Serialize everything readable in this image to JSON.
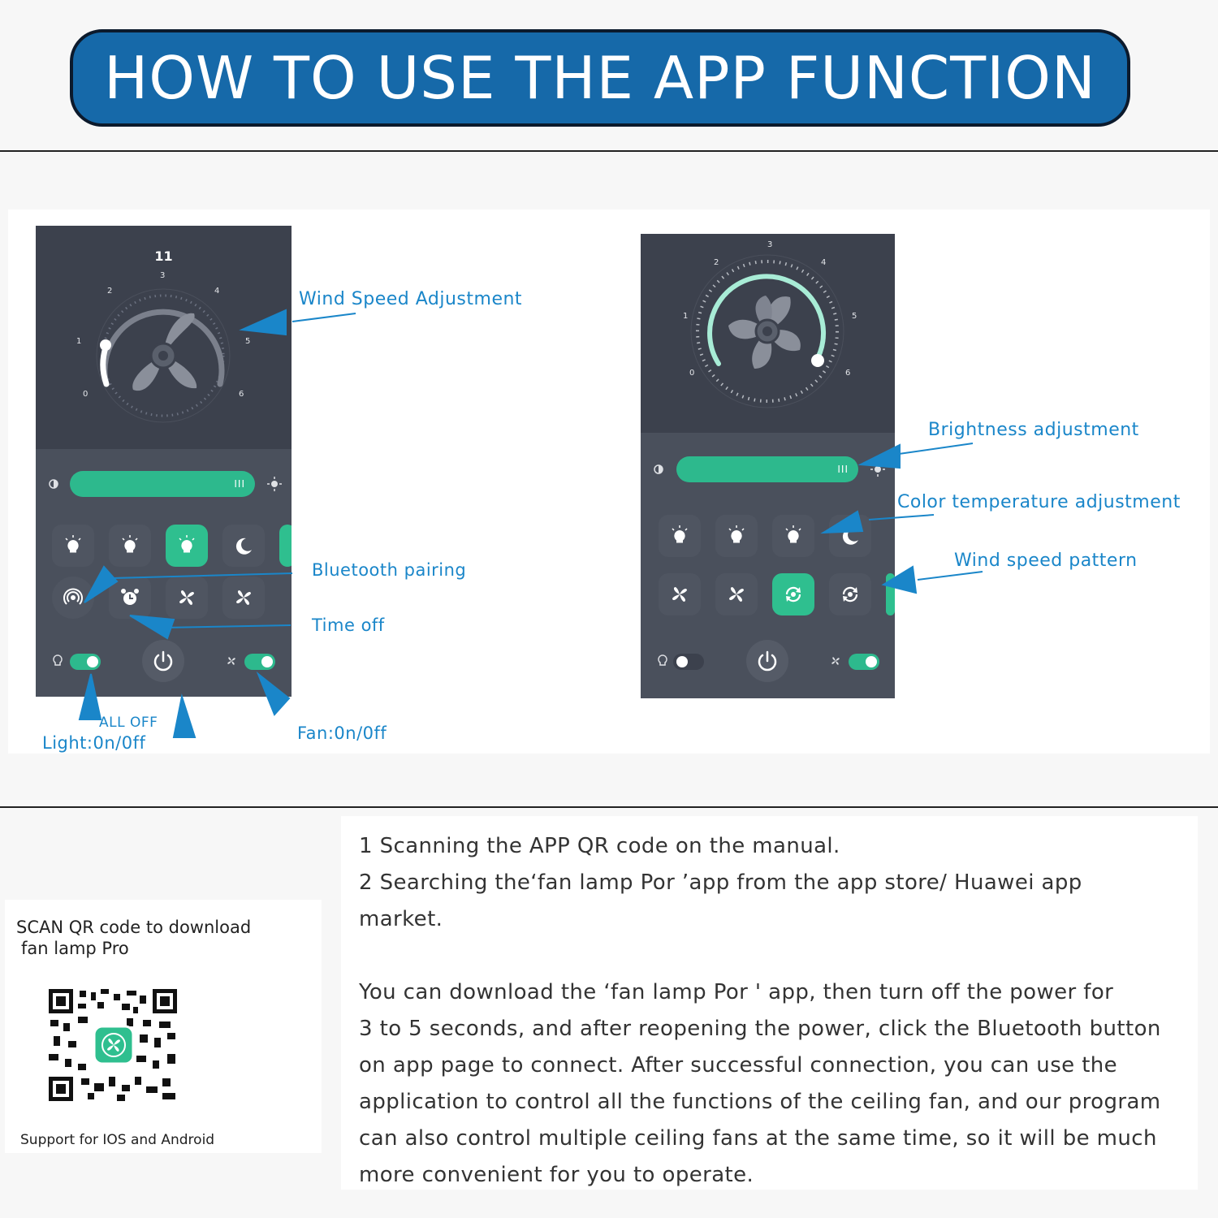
{
  "title": "HOW TO USE THE APP FUNCTION",
  "phone_left": {
    "dial": {
      "top_value": "11",
      "ticks": [
        "0",
        "1",
        "2",
        "3",
        "4",
        "5",
        "6"
      ]
    },
    "slider_grip": "III"
  },
  "phone_right": {
    "dial": {
      "ticks": [
        "0",
        "1",
        "2",
        "3",
        "4",
        "5",
        "6"
      ]
    },
    "slider_grip": "III"
  },
  "callouts": {
    "wind_speed_adjustment": "Wind Speed Adjustment",
    "bluetooth_pairing": "Bluetooth pairing",
    "time_off": "Time off",
    "all_off": "ALL OFF",
    "light_on_off": "Light:0n/0ff",
    "fan_on_off": "Fan:0n/0ff",
    "brightness_adjustment": "Brightness adjustment",
    "color_temperature_adjustment": "Color temperature adjustment",
    "wind_speed_pattern": "Wind speed pattern"
  },
  "qr": {
    "caption_line1": "SCAN QR code to download",
    "caption_line2": "fan lamp Pro",
    "support": "Support for IOS and Android"
  },
  "instructions": [
    "1 Scanning the APP QR code on the manual.",
    "2 Searching the‘fan lamp Por ’app from the app store/ Huawei app",
    "market.",
    "",
    "You can download the ‘fan lamp Por ' app, then turn off the power for",
    "3 to 5 seconds, and after reopening the power, click the Bluetooth button",
    "on app page to connect.    After successful connection, you can use the",
    "application to control all the functions of the ceiling fan, and our program",
    "can also control multiple ceiling fans at the same time,  so it will be much",
    "more convenient for you to operate."
  ],
  "colors": {
    "banner": "#1669a9",
    "callout_text": "#1a86c9",
    "accent_green": "#2db98d",
    "phone_bg": "#434956"
  }
}
